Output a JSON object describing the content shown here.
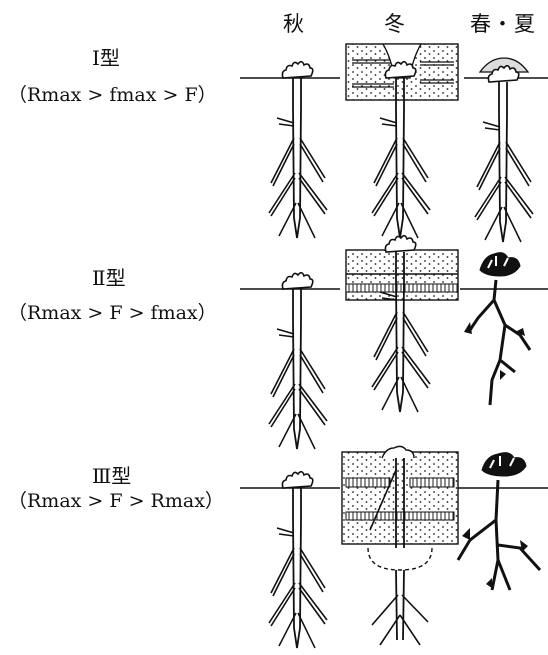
{
  "seasons": [
    "秋",
    "冬",
    "春・夏"
  ],
  "types": [
    {
      "title": "Ⅰ型",
      "condition": "（Rmax > fmax > F）"
    },
    {
      "title": "Ⅱ型",
      "condition": "（Rmax > F > fmax）"
    },
    {
      "title": "Ⅲ型",
      "condition": "（Rmax > F > Rmax）"
    }
  ]
}
